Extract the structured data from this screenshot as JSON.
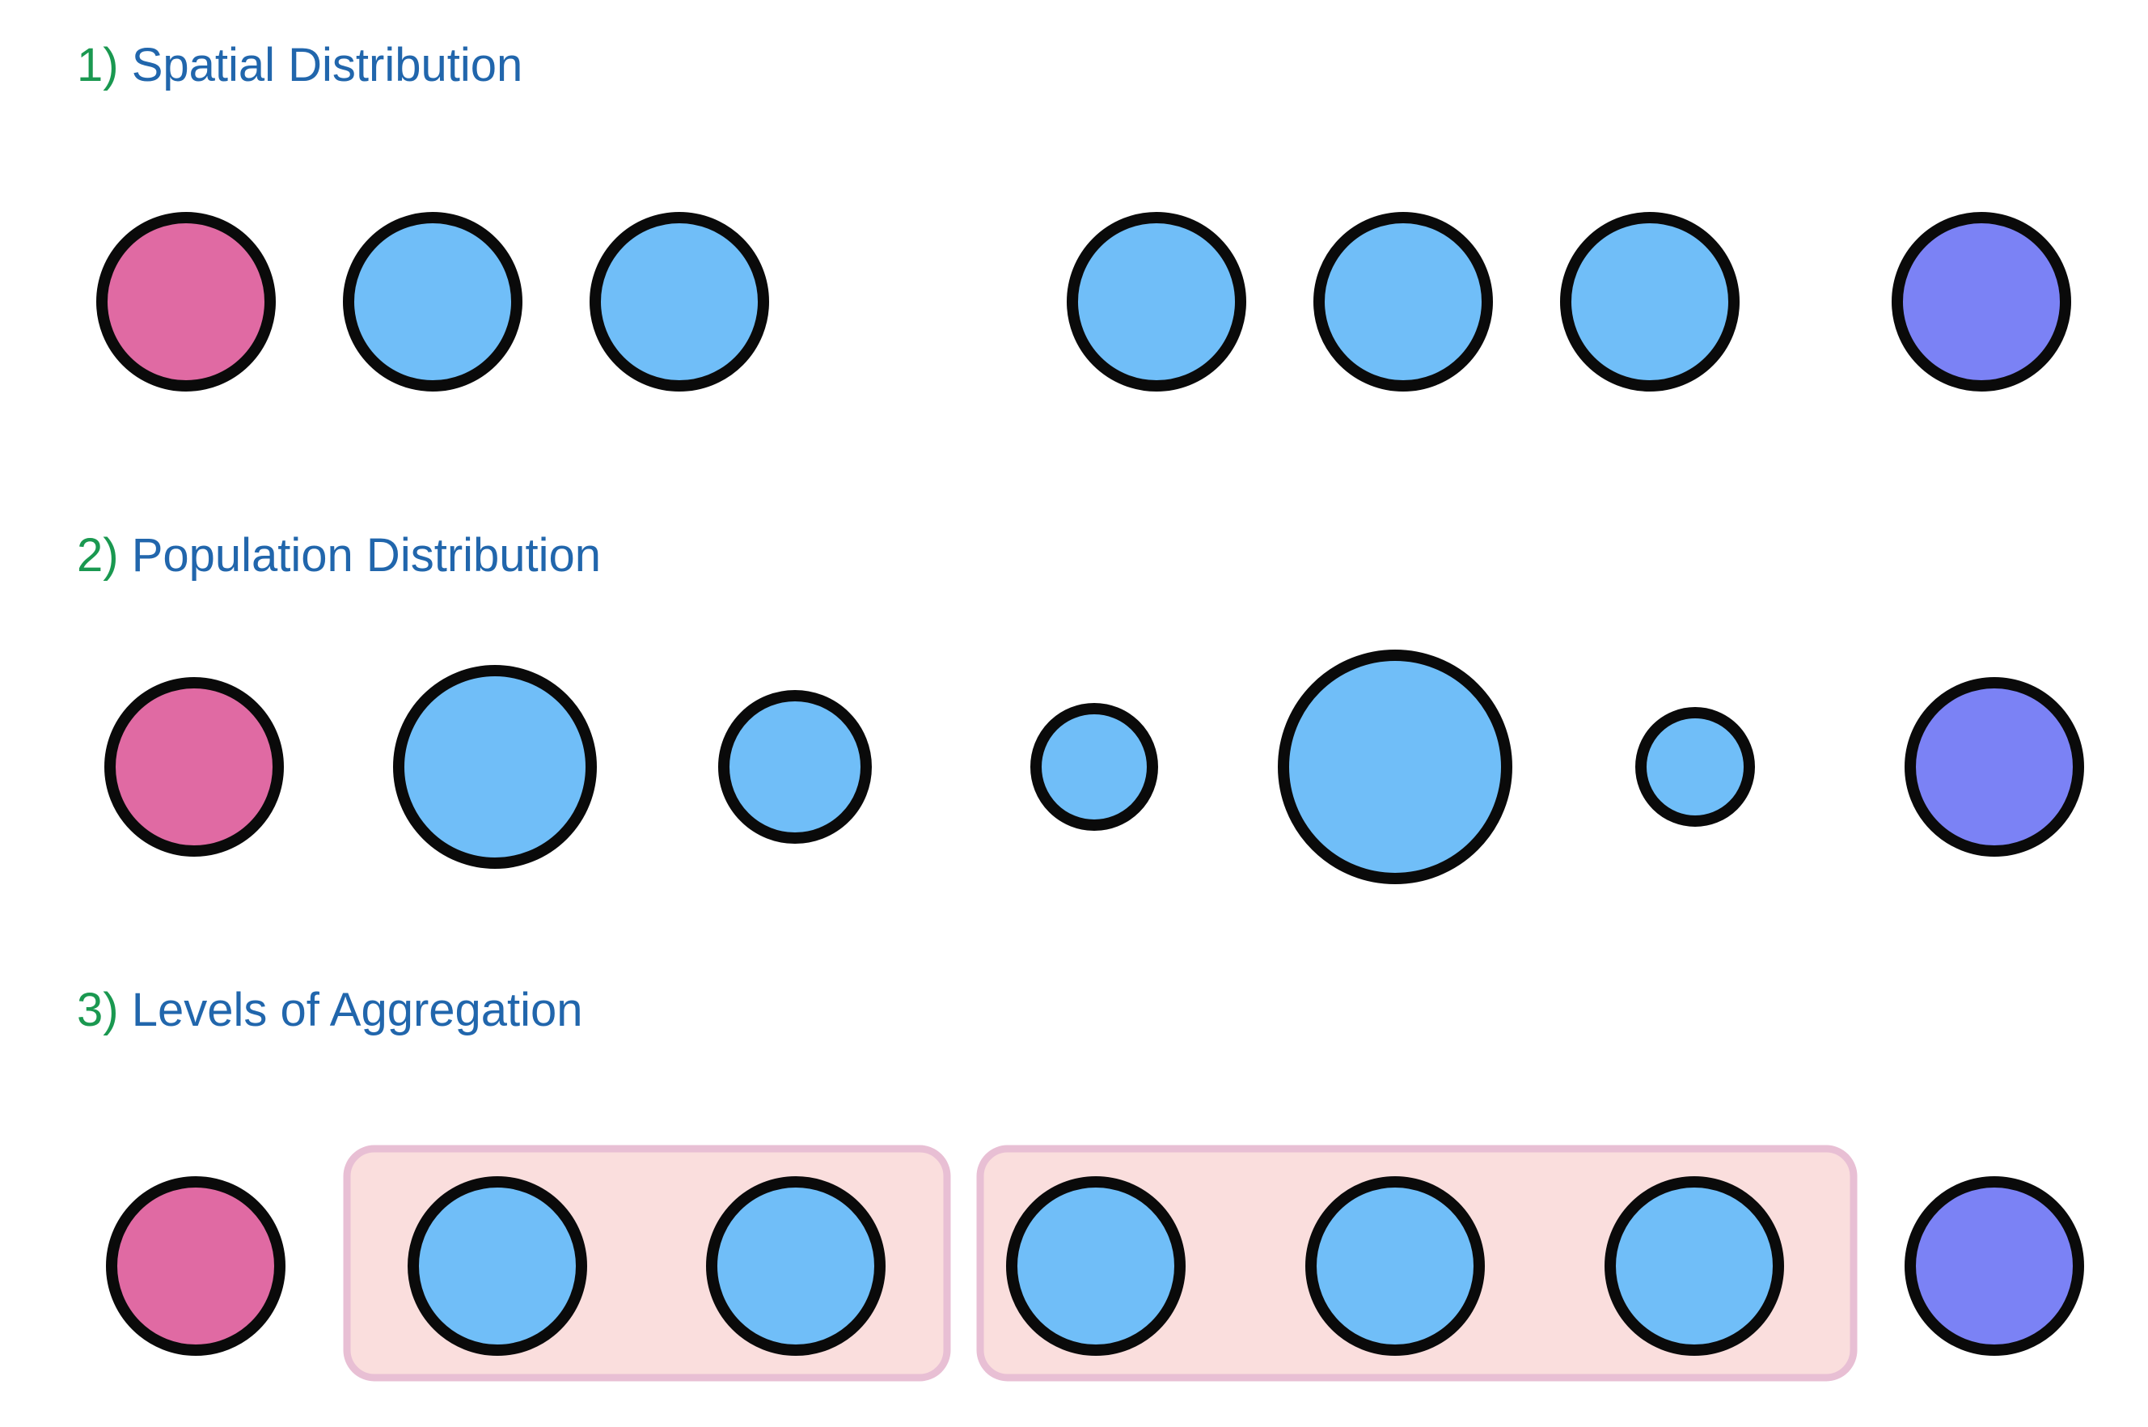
{
  "colors": {
    "pink": "#e06aa3",
    "blue": "#70bef8",
    "purple": "#7b82f5",
    "number": "#1a9850",
    "heading": "#2166ac",
    "group_fill": "#fadedd",
    "group_stroke": "#e8bfd4"
  },
  "sections": [
    {
      "number": "1)",
      "title": "Spatial Distribution",
      "circles": [
        {
          "color": "pink"
        },
        {
          "color": "blue"
        },
        {
          "color": "blue"
        },
        {
          "color": "blue"
        },
        {
          "color": "blue"
        },
        {
          "color": "blue"
        },
        {
          "color": "purple"
        }
      ]
    },
    {
      "number": "2)",
      "title": "Population Distribution",
      "circles": [
        {
          "color": "pink"
        },
        {
          "color": "blue"
        },
        {
          "color": "blue"
        },
        {
          "color": "blue"
        },
        {
          "color": "blue"
        },
        {
          "color": "blue"
        },
        {
          "color": "purple"
        }
      ]
    },
    {
      "number": "3)",
      "title": "Levels of Aggregation",
      "circles": [
        {
          "color": "pink"
        },
        {
          "color": "blue"
        },
        {
          "color": "blue"
        },
        {
          "color": "blue"
        },
        {
          "color": "blue"
        },
        {
          "color": "blue"
        },
        {
          "color": "purple"
        }
      ],
      "groups": [
        {
          "members": [
            1,
            2
          ]
        },
        {
          "members": [
            3,
            4,
            5
          ]
        }
      ]
    }
  ]
}
